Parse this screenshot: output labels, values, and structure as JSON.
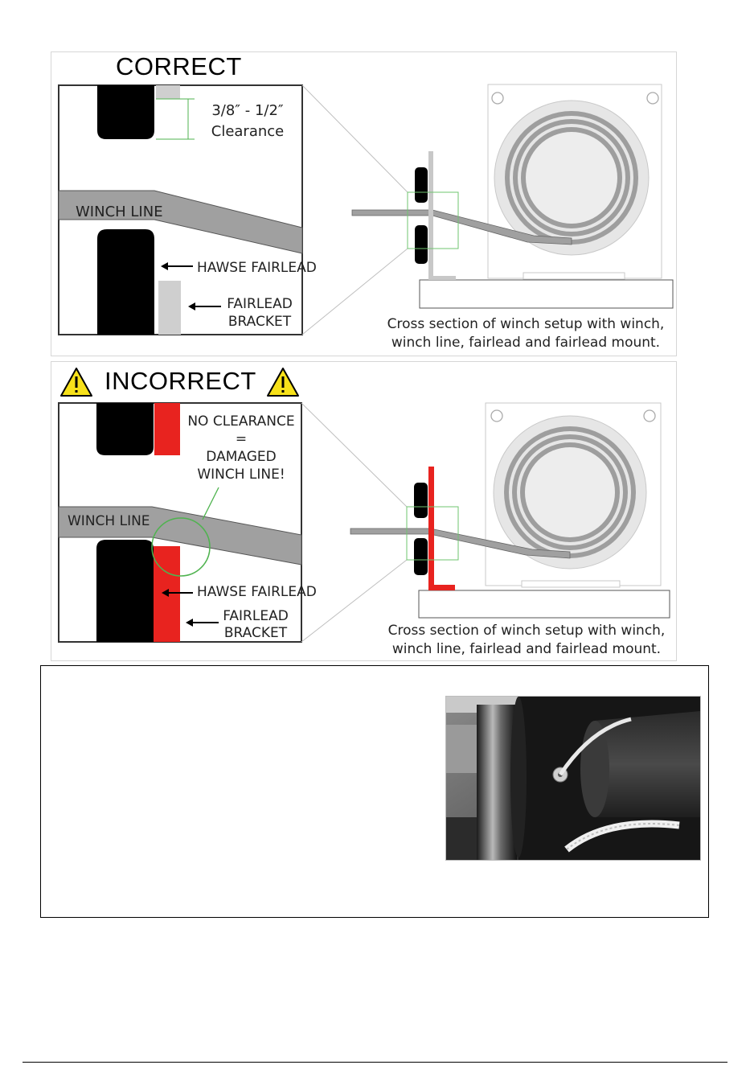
{
  "correct": {
    "heading": "CORRECT",
    "clearance_line1": "3/8″ - 1/2″",
    "clearance_line2": "Clearance",
    "winch_line_label": "WINCH LINE",
    "hawse_label": "HAWSE FAIRLEAD",
    "bracket_line1": "FAIRLEAD",
    "bracket_line2": "BRACKET",
    "caption_line1": "Cross section of winch setup with winch,",
    "caption_line2": "winch line, fairlead and fairlead mount."
  },
  "incorrect": {
    "heading": "INCORRECT",
    "warning_line1": "NO CLEARANCE",
    "warning_line2": "=",
    "warning_line3": "DAMAGED",
    "warning_line4": "WINCH LINE!",
    "winch_line_label": "WINCH LINE",
    "hawse_label": "HAWSE FAIRLEAD",
    "bracket_line1": "FAIRLEAD",
    "bracket_line2": "BRACKET",
    "caption_line1": "Cross section of winch setup with winch,",
    "caption_line2": "winch line, fairlead and fairlead mount."
  },
  "colors": {
    "line_gray": "#a0a0a0",
    "bracket_gray": "#c8c8c8",
    "bracket_red": "#e8231f",
    "highlight_green": "#4fb34f",
    "warning_yellow": "#f7e11a"
  }
}
